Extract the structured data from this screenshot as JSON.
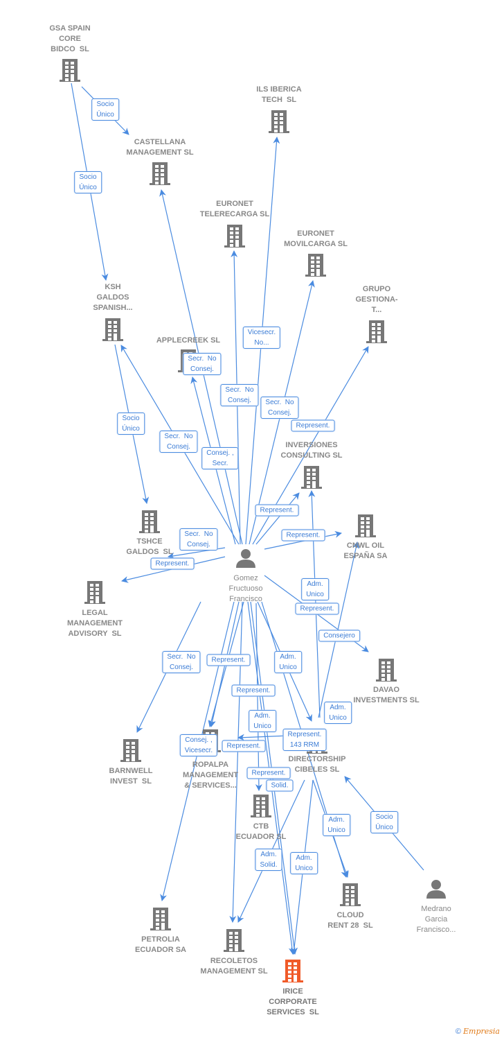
{
  "colors": {
    "edge": "#4a8be0",
    "icon": "#777777",
    "highlight": "#f05a28",
    "text": "#888888"
  },
  "nodes": [
    {
      "id": "gsa",
      "name": "GSA SPAIN\nCORE\nBIDCO  SL",
      "type": "company"
    },
    {
      "id": "ils",
      "name": "ILS IBERICA\nTECH  SL",
      "type": "company"
    },
    {
      "id": "castellana",
      "name": "CASTELLANA\nMANAGEMENT SL",
      "type": "company"
    },
    {
      "id": "eurotele",
      "name": "EURONET\nTELERECARGA SL",
      "type": "company"
    },
    {
      "id": "euromovil",
      "name": "EURONET\nMOVILCARGA SL",
      "type": "company"
    },
    {
      "id": "grupo",
      "name": "GRUPO\nGESTIONA-\nT...",
      "type": "company"
    },
    {
      "id": "ksh",
      "name": "KSH\nGALDOS\nSPANISH...",
      "type": "company"
    },
    {
      "id": "applecreek",
      "name": "APPLECREEK SL",
      "type": "company"
    },
    {
      "id": "inversiones",
      "name": "INVERSIONES\nCONSULTING SL",
      "type": "company"
    },
    {
      "id": "tshce",
      "name": "TSHCE\nGALDOS  SL",
      "type": "company"
    },
    {
      "id": "cnwl",
      "name": "CNWL OIL\nESPAÑA SA",
      "type": "company"
    },
    {
      "id": "gomez",
      "name": "Gomez\nFructuoso\nFrancisco",
      "type": "person"
    },
    {
      "id": "legal",
      "name": "LEGAL\nMANAGEMENT\nADVISORY  SL",
      "type": "company"
    },
    {
      "id": "davao",
      "name": "DAVAO\nINVESTMENTS SL",
      "type": "company"
    },
    {
      "id": "barnwell",
      "name": "BARNWELL\nINVEST  SL",
      "type": "company"
    },
    {
      "id": "ropalpa",
      "name": "ROPALPA\nMANAGEMENT\n& SERVICES...",
      "type": "company"
    },
    {
      "id": "directorship",
      "name": "DIRECTORSHIP\nCIBELES SL",
      "type": "company"
    },
    {
      "id": "ctb",
      "name": "CTB\nECUADOR SL",
      "type": "company"
    },
    {
      "id": "medrano",
      "name": "Medrano\nGarcia\nFrancisco...",
      "type": "person"
    },
    {
      "id": "cloud",
      "name": "CLOUD\nRENT 28  SL",
      "type": "company"
    },
    {
      "id": "petrolia",
      "name": "PETROLIA\nECUADOR SA",
      "type": "company"
    },
    {
      "id": "recoletos",
      "name": "RECOLETOS\nMANAGEMENT SL",
      "type": "company"
    },
    {
      "id": "irice",
      "name": "IRICE\nCORPORATE\nSERVICES  SL",
      "type": "company",
      "highlight": true
    }
  ],
  "edge_labels": [
    "Socio\nÚnico",
    "Socio\nÚnico",
    "Vicesecr.\nNo...",
    "Secr.  No\nConsej.",
    "Secr.  No\nConsej.",
    "Secr.  No\nConsej.",
    "Socio\nÚnico",
    "Secr.  No\nConsej.",
    "Consej. ,\nSecr.",
    "Represent.",
    "Represent.",
    "Represent.",
    "Secr.  No\nConsej.",
    "Represent.",
    "Represent.",
    "Adm.\nUnico",
    "Consejero",
    "Represent.",
    "Secr.  No\nConsej.",
    "Adm.\nUnico",
    "Represent.",
    "Adm.\nUnico",
    "Adm.\nUnico",
    "Represent.\n143 RRM",
    "Represent.",
    "Consej. ,\nVicesecr.",
    "Solid.",
    "Represent.",
    "Socio\nÚnico",
    "Adm.\nUnico",
    "Adm.\nSolid.",
    "Adm.\nUnico"
  ],
  "footer": {
    "copyright": "©",
    "brand": "Empresia"
  }
}
